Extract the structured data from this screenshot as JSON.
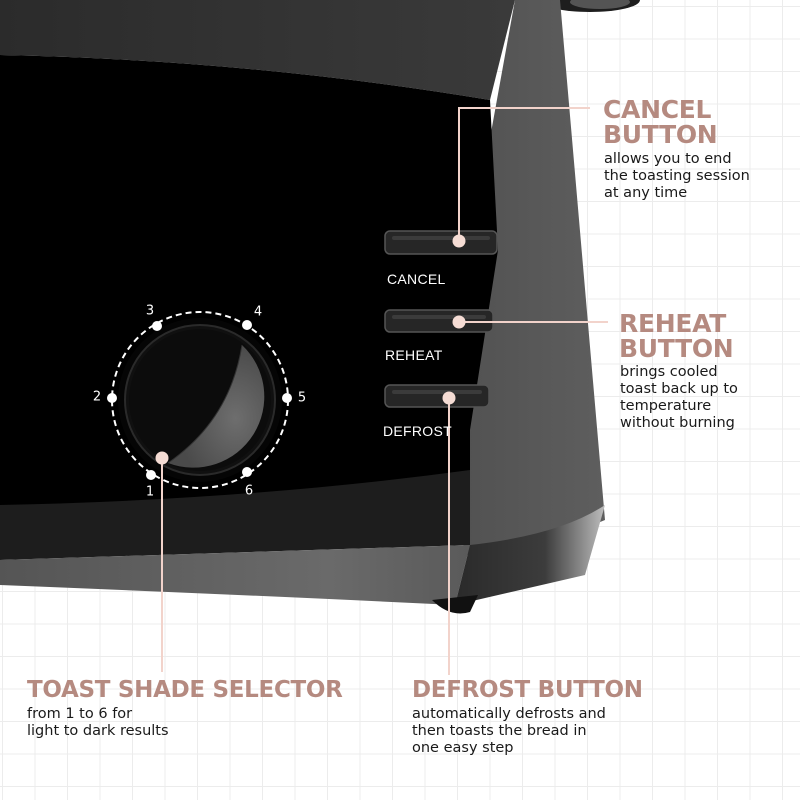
{
  "colors": {
    "accent": "#b58a80",
    "callout_line": "#f2d3cb",
    "text_dark": "#1a1a1a",
    "toaster_body": "#000000",
    "toaster_side": "#5a5a5a"
  },
  "dial": {
    "numbers": [
      "1",
      "2",
      "3",
      "4",
      "5",
      "6"
    ]
  },
  "buttons": {
    "cancel_label": "CANCEL",
    "reheat_label": "REHEAT",
    "defrost_label": "DEFROST"
  },
  "callouts": {
    "cancel": {
      "title_line1": "CANCEL",
      "title_line2": "BUTTON",
      "desc": [
        "allows you to end",
        "the toasting session",
        "at any time"
      ]
    },
    "reheat": {
      "title_line1": "REHEAT",
      "title_line2": "BUTTON",
      "desc": [
        "brings cooled",
        "toast back up to",
        "temperature",
        "without burning"
      ]
    },
    "toast_shade": {
      "title": "TOAST SHADE SELECTOR",
      "desc": [
        "from 1 to 6 for",
        "light to dark results"
      ]
    },
    "defrost": {
      "title": "DEFROST BUTTON",
      "desc": [
        "automatically defrosts and",
        "then toasts the bread in",
        "one easy step"
      ]
    }
  }
}
